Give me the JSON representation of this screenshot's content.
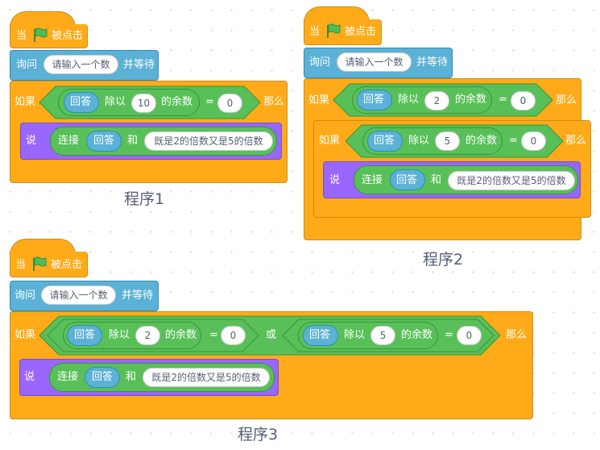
{
  "blocks": {
    "when_label": "当",
    "clicked_label": "被点击",
    "ask_label": "询问",
    "ask_prompt": "请输入一个数",
    "wait_label": "并等待",
    "if_label": "如果",
    "then_label": "那么",
    "answer_label": "回答",
    "divide_label": "除以",
    "remainder_label": "的余数",
    "equals_label": "=",
    "zero_value": "0",
    "or_label": "或",
    "say_label": "说",
    "join_label": "连接",
    "and_label": "和",
    "join_text": "既是2的倍数又是5的倍数"
  },
  "programs": [
    {
      "caption": "程序1",
      "divisor": "10"
    },
    {
      "caption": "程序2",
      "divisor1": "2",
      "divisor2": "5"
    },
    {
      "caption": "程序3",
      "divisor1": "2",
      "divisor2": "5"
    }
  ],
  "colors": {
    "events": "#FFAB19",
    "sensing": "#5CB1D6",
    "operators": "#59C059",
    "looks": "#9966FF",
    "flag": "#4CBF56"
  }
}
